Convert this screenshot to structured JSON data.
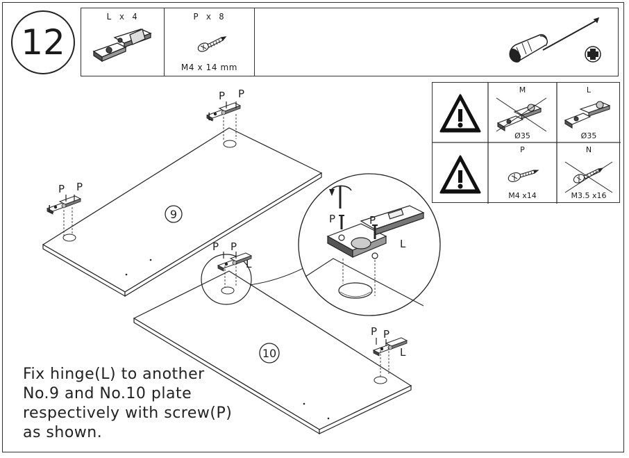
{
  "step": {
    "number": "12"
  },
  "parts": [
    {
      "code": "L x 4",
      "size": "",
      "icon": "hinge-icon"
    },
    {
      "code": "P x 8",
      "size": "M4 x 14 mm",
      "icon": "screw-icon"
    }
  ],
  "tool": {
    "icon": "phillips-screwdriver-icon"
  },
  "warnings": {
    "row1": {
      "cells": [
        {
          "label": "M",
          "note": "Ø35"
        },
        {
          "label": "L",
          "note": "Ø35"
        }
      ]
    },
    "row2": {
      "cells": [
        {
          "label": "P",
          "note": "M4 x14"
        },
        {
          "label": "N",
          "note": "M3.5 x16"
        }
      ]
    }
  },
  "diagram": {
    "panel_9": "9",
    "panel_10": "10",
    "hinge_label": "L",
    "screw_label": "P"
  },
  "instruction": {
    "lines": [
      "Fix hinge(L) to another",
      "No.9 and No.10 plate",
      "respectively with screw(P)",
      "as shown."
    ]
  }
}
